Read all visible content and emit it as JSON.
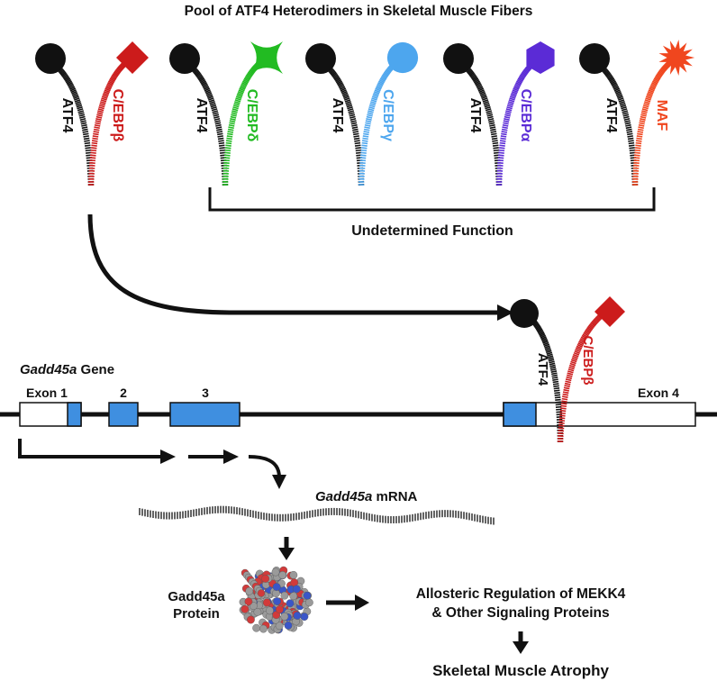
{
  "title": "Pool of ATF4 Heterodimers in Skeletal Muscle Fibers",
  "dimers": [
    {
      "left_label": "ATF4",
      "right_label": "C/EBPβ",
      "right_color": "#cc1b1b",
      "right_shape": "diamond"
    },
    {
      "left_label": "ATF4",
      "right_label": "C/EBPδ",
      "right_color": "#22bb22",
      "right_shape": "concave-star"
    },
    {
      "left_label": "ATF4",
      "right_label": "C/EBPγ",
      "right_color": "#4da6ee",
      "right_shape": "circle"
    },
    {
      "left_label": "ATF4",
      "right_label": "C/EBPα",
      "right_color": "#5b2bd6",
      "right_shape": "hexagon"
    },
    {
      "left_label": "ATF4",
      "right_label": "MAF",
      "right_color": "#f0461e",
      "right_shape": "starburst"
    }
  ],
  "undetermined_label": "Undetermined Function",
  "bound_dimer": {
    "left_label": "ATF4",
    "right_label": "C/EBPβ",
    "right_color": "#cc1b1b"
  },
  "gene": {
    "italic_name": "Gadd45a",
    "name_suffix": " Gene",
    "exon1_label": "Exon 1",
    "exon2_label": "2",
    "exon3_label": "3",
    "exon4_label": "Exon 4",
    "exon_color": "#3f8fe0"
  },
  "mrna": {
    "italic_name": "Gadd45a",
    "suffix": " mRNA"
  },
  "protein": {
    "line1": "Gadd45a",
    "line2": "Protein"
  },
  "regulation": {
    "line1": "Allosteric Regulation of MEKK4",
    "line2": "& Other Signaling Proteins"
  },
  "outcome": "Skeletal Muscle Atrophy"
}
